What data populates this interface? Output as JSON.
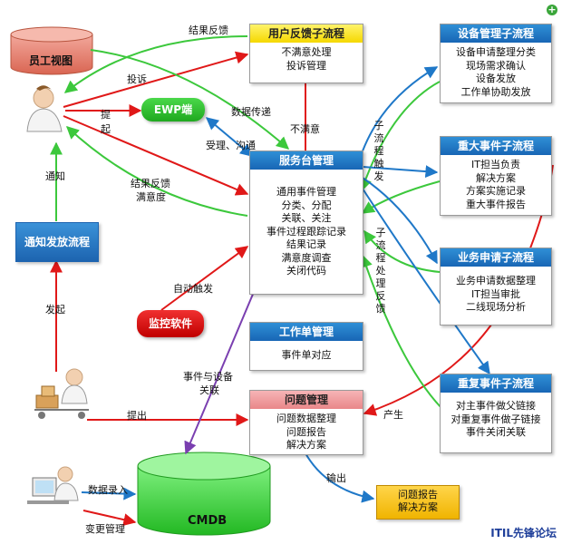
{
  "actors": {
    "staff_view": "员工视图",
    "ewp": "EWP端",
    "monitor": "监控软件",
    "notify_flow": "通知发放流程",
    "cmdb": "CMDB"
  },
  "boxes": {
    "feedback": {
      "title": "用户反馈子流程",
      "lines": [
        "不满意处理",
        "投诉管理"
      ]
    },
    "service_desk": {
      "title": "服务台管理",
      "lines": [
        "通用事件管理",
        "分类、分配",
        "关联、关注",
        "事件过程跟踪记录",
        "结果记录",
        "满意度调查",
        "关闭代码"
      ]
    },
    "work_order": {
      "title": "工作单管理",
      "lines": [
        "事件单对应"
      ]
    },
    "problem": {
      "title": "问题管理",
      "lines": [
        "问题数据整理",
        "问题报告",
        "解决方案"
      ]
    },
    "device": {
      "title": "设备管理子流程",
      "lines": [
        "设备申请整理分类",
        "现场需求确认",
        "设备发放",
        "工作单协助发放"
      ]
    },
    "major": {
      "title": "重大事件子流程",
      "lines": [
        "IT担当负责",
        "解决方案",
        "方案实施记录",
        "重大事件报告"
      ]
    },
    "business": {
      "title": "业务申请子流程",
      "lines": [
        "业务申请数据整理",
        "IT担当审批",
        "二线现场分析"
      ]
    },
    "repeat": {
      "title": "重复事件子流程",
      "lines": [
        "对主事件做父链接",
        "对重复事件做子链接",
        "事件关闭关联"
      ]
    },
    "report": {
      "lines": [
        "问题报告",
        "解决方案"
      ]
    }
  },
  "labels": {
    "result_feedback_top": "结果反馈",
    "complaint": "投诉",
    "raise": "提起",
    "data_transfer": "数据传递",
    "unsatisfied": "不满意",
    "accept": "受理、沟通",
    "result_feedback_sat": "结果反馈",
    "satisfaction": "满意度",
    "notify": "通知",
    "auto_trigger": "自动触发",
    "initiate": "发起",
    "event_device": "事件与设备",
    "relate": "关联",
    "submit": "提出",
    "data_entry": "数据录入",
    "change_mgmt": "变更管理",
    "output": "输出",
    "produce": "产生",
    "sub_trigger": "子流程触发",
    "sub_feedback": "子流程处理反馈"
  },
  "footer": "ITIL先锋论坛",
  "colors": {
    "red": "#e01818",
    "green": "#3cc83c",
    "blue": "#1f78c8",
    "purple": "#7a3fb0",
    "header_blue": "#1f6fc0",
    "cmdb_green": "#3fd13f",
    "staff_red": "#e27a6c"
  }
}
